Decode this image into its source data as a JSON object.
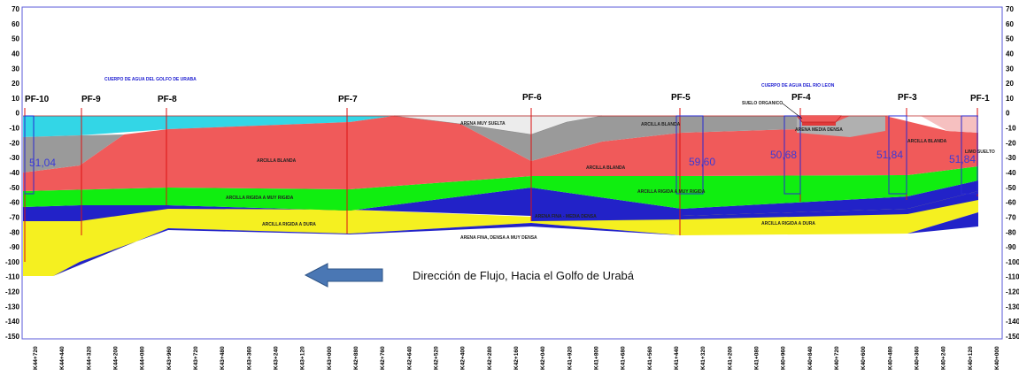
{
  "left_axis_ticks": [
    "70",
    "60",
    "50",
    "40",
    "30",
    "20",
    "10",
    "0",
    "-10",
    "-20",
    "-30",
    "-40",
    "-50",
    "-60",
    "-70",
    "-80",
    "-90",
    "-100",
    "-110",
    "-120",
    "-130",
    "-140",
    "-150"
  ],
  "right_axis_ticks": [
    "70",
    "60",
    "50",
    "40",
    "30",
    "20",
    "10",
    "0",
    "-10",
    "-20",
    "-30",
    "-40",
    "-50",
    "-60",
    "-70",
    "-80",
    "-90",
    "-100",
    "-110",
    "-120",
    "-130",
    "-140",
    "-150"
  ],
  "water_labels": {
    "gulf": "CUERPO DE AGUA DEL GOLFO DE URABA",
    "river": "CUERPO DE AGUA DEL RIO LEON"
  },
  "wells": [
    {
      "label": "PF-10",
      "depth": "51,04"
    },
    {
      "label": "PF-9",
      "depth": ""
    },
    {
      "label": "PF-8",
      "depth": ""
    },
    {
      "label": "PF-7",
      "depth": ""
    },
    {
      "label": "PF-6",
      "depth": ""
    },
    {
      "label": "PF-5",
      "depth": "59,60"
    },
    {
      "label": "PF-4",
      "depth": "50,68"
    },
    {
      "label": "PF-3",
      "depth": "51,84"
    },
    {
      "label": "PF-1",
      "depth": "51,84"
    }
  ],
  "layer_labels": {
    "arena_suelta": "ARENA MUY SUELTA",
    "arcilla_blanda_1": "ARCILLA BLANDA",
    "arcilla_blanda_2": "ARCILLA BLANDA",
    "arcilla_blanda_3": "ARCILLA BLANDA",
    "arcilla_blanda_4": "ARCILLA BLANDA",
    "suelo_organico": "SUELO ORGANICO",
    "arena_media_densa": "ARENA MEDIA DENSA",
    "arcilla_rigida_1": "ARCILLA RIGIDA A MUY RIGIDA",
    "arcilla_rigida_2": "ARCILLA RIGIDA A MUY RIGIDA",
    "arcilla_dura_1": "ARCILLA RIGIDA A DURA",
    "arcilla_dura_2": "ARCILLA RIGIDA A DURA",
    "arena_fina_media": "ARENA FINA - MEDIA DENSA",
    "arena_fina_densa": "ARENA FINA, DENSA A MUY DENSA",
    "limo_suelto": "LIMO SUELTO"
  },
  "flow_text": "Dirección de Flujo, Hacia el Golfo de Urabá",
  "stations": [
    "K44+720",
    "K44+440",
    "K44+320",
    "K44+200",
    "K44+080",
    "K43+960",
    "K43+720",
    "K43+480",
    "K43+360",
    "K43+240",
    "K43+120",
    "K43+000",
    "K42+880",
    "K42+760",
    "K42+640",
    "K42+520",
    "K42+400",
    "K42+280",
    "K42+160",
    "K42+040",
    "K41+920",
    "K41+800",
    "K41+680",
    "K41+560",
    "K41+440",
    "K41+320",
    "K41+200",
    "K41+080",
    "K40+960",
    "K40+840",
    "K40+720",
    "K40+600",
    "K40+480",
    "K40+360",
    "K40+240",
    "K40+120",
    "K40+000"
  ],
  "colors": {
    "water": "#33d6e6",
    "soft_clay": "#f05a5a",
    "loose_sand": "#9a9a9a",
    "rigid_clay": "#10ee10",
    "dense_sand": "#2222c8",
    "hard_clay": "#f5f020",
    "arrow": "#4a77b4"
  }
}
